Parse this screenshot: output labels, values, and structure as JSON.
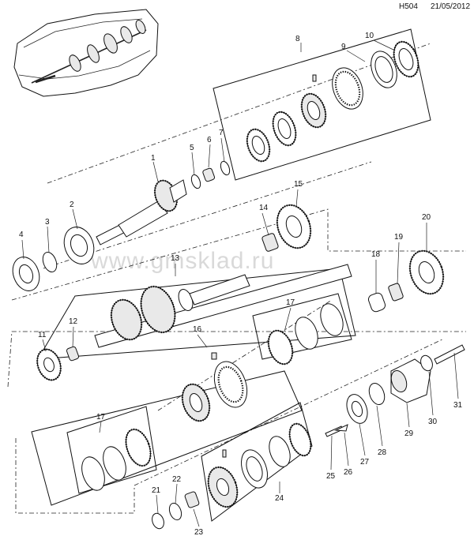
{
  "header": {
    "code": "H504",
    "date": "21/05/2012"
  },
  "watermark": "www.gmsklad.ru",
  "callouts": {
    "c1": "1",
    "c2": "2",
    "c3": "3",
    "c4": "4",
    "c5": "5",
    "c6": "6",
    "c7": "7",
    "c8": "8",
    "c9": "9",
    "c10": "10",
    "c11": "11",
    "c12": "12",
    "c13": "13",
    "c14": "14",
    "c15": "15",
    "c16": "16",
    "c17a": "17",
    "c17b": "17",
    "c18": "18",
    "c19": "19",
    "c20": "20",
    "c21": "21",
    "c22": "22",
    "c23": "23",
    "c24": "24",
    "c25": "25",
    "c26": "26",
    "c27": "27",
    "c28": "28",
    "c29": "29",
    "c30": "30",
    "c31": "31"
  },
  "colors": {
    "line": "#111111",
    "watermark": "#d9d9d9",
    "background": "#ffffff"
  }
}
